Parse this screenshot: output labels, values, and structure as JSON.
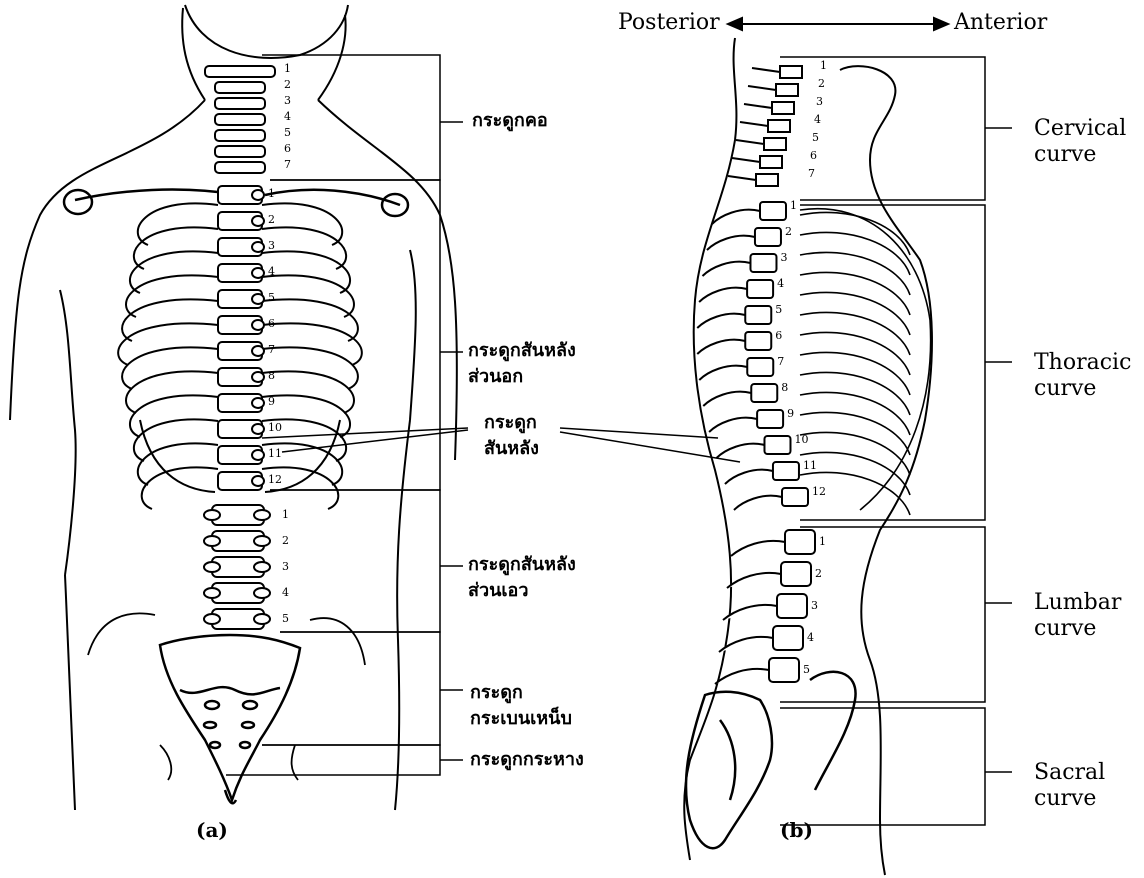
{
  "figure_a": {
    "caption": "(a)",
    "labels": {
      "cervical": "กระดูกคอ",
      "thoracic": "กระดูกสันหลัง ส่วนอก",
      "vertebra_line1": "กระดูก",
      "vertebra_line2": "สันหลัง",
      "lumbar": "กระดูกสันหลัง ส่วนเอว",
      "sacrum_line1": "กระดูก",
      "sacrum_line2": "กระเบนเหน็บ",
      "coccyx": "กระดูกกระหาง"
    },
    "cervical_numbers": [
      "1",
      "2",
      "3",
      "4",
      "5",
      "6",
      "7"
    ],
    "thoracic_numbers": [
      "1",
      "2",
      "3",
      "4",
      "5",
      "6",
      "7",
      "8",
      "9",
      "10",
      "11",
      "12"
    ],
    "lumbar_numbers": [
      "1",
      "2",
      "3",
      "4",
      "5"
    ]
  },
  "figure_b": {
    "caption": "(b)",
    "axis": {
      "left": "Posterior",
      "right": "Anterior"
    },
    "labels": {
      "cervical": "Cervical curve",
      "thoracic": "Thoracic curve",
      "lumbar": "Lumbar curve",
      "sacral": "Sacral curve"
    },
    "cervical_numbers": [
      "1",
      "2",
      "3",
      "4",
      "5",
      "6",
      "7"
    ],
    "thoracic_numbers": [
      "1",
      "2",
      "3",
      "4",
      "5",
      "6",
      "7",
      "8",
      "9",
      "10",
      "11",
      "12"
    ],
    "lumbar_numbers": [
      "1",
      "2",
      "3",
      "4",
      "5"
    ]
  }
}
